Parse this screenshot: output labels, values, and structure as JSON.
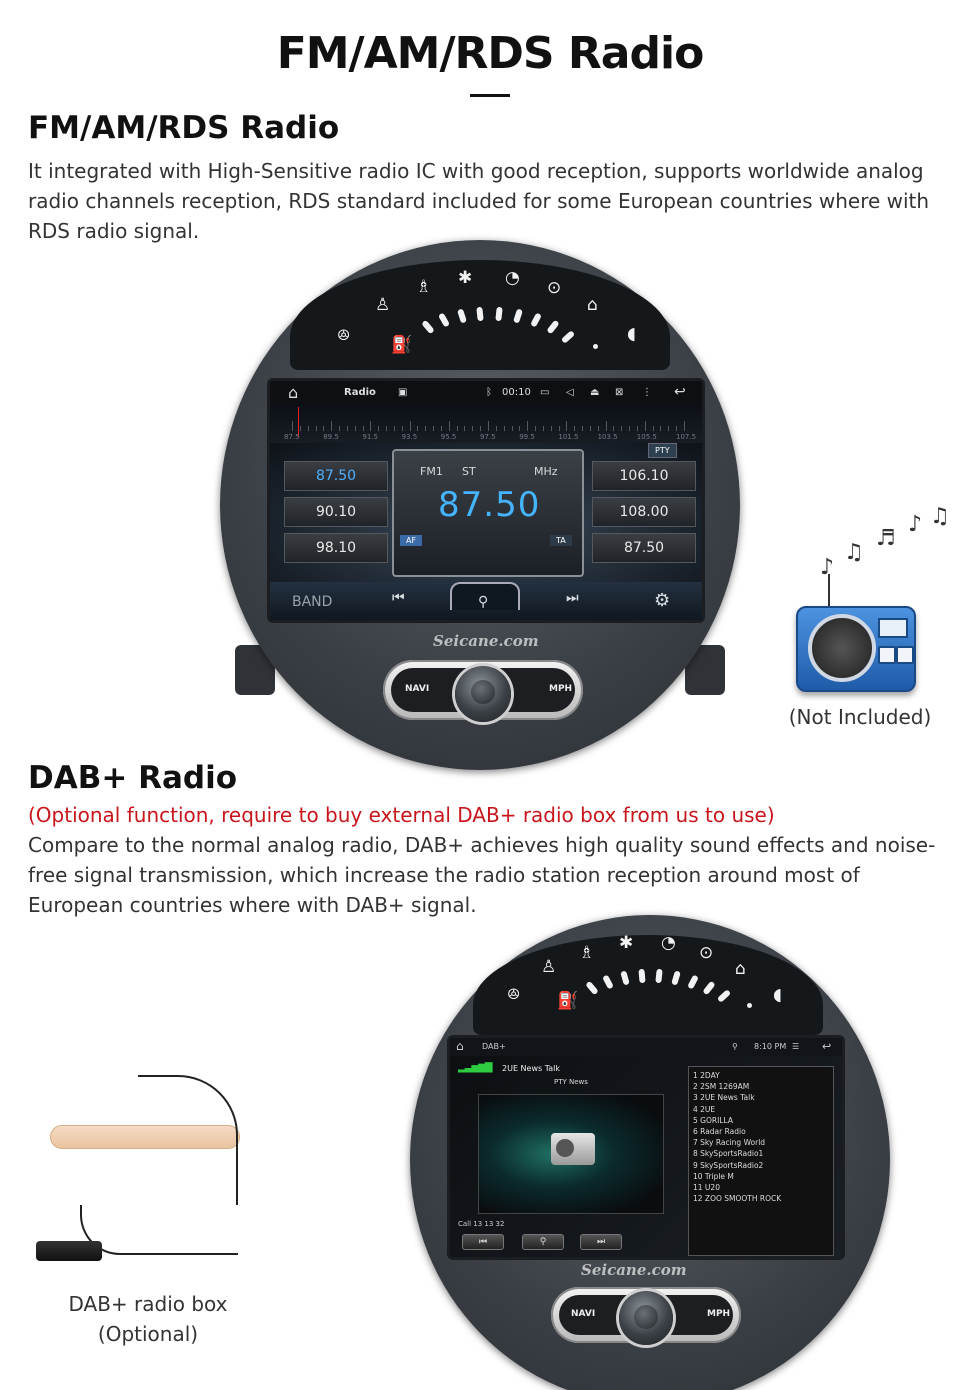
{
  "header": {
    "main_title": "FM/AM/RDS Radio"
  },
  "fm_section": {
    "title": "FM/AM/RDS Radio",
    "description": "It integrated with High-Sensitive radio IC with good reception, supports worldwide analog radio channels reception, RDS standard included for some European countries where with RDS radio signal.",
    "radio_box_caption": "(Not Included)"
  },
  "radio_screen": {
    "app_label": "Radio",
    "time": "00:10",
    "scale_labels": [
      "87.5",
      "89.5",
      "91.5",
      "93.5",
      "95.5",
      "97.5",
      "99.5",
      "101.5",
      "103.5",
      "105.5",
      "107.5"
    ],
    "pty_label": "PTY",
    "presets_left": [
      "87.50",
      "90.10",
      "98.10"
    ],
    "presets_right": [
      "106.10",
      "108.00",
      "87.50"
    ],
    "band_indicator": "FM1",
    "stereo_indicator": "ST",
    "unit": "MHz",
    "frequency": "87.50",
    "af_label": "AF",
    "ta_label": "TA",
    "band_button": "BAND",
    "watermark": "Seicane.com"
  },
  "controls": {
    "navi": "NAVI",
    "mph": "MPH"
  },
  "dab_section": {
    "title": "DAB+ Radio",
    "optional_note": "(Optional function, require to buy external DAB+ radio box from us to use)",
    "description": "Compare to the normal analog radio, DAB+ achieves high quality sound effects and noise-free signal transmission, which increase the radio station reception around most of European countries where with DAB+ signal.",
    "box_caption": "DAB+ radio box",
    "box_optional": "(Optional)"
  },
  "dab_screen": {
    "app_label": "DAB+",
    "time": "8:10 PM",
    "station": "2UE News Talk",
    "pty": "PTY News",
    "clock": "Call 13 13 32",
    "stations": [
      "1  2DAY",
      "2  2SM 1269AM",
      "3  2UE News Talk",
      "4  2UE",
      "5  GORILLA",
      "6  Radar Radio",
      "7  Sky Racing World",
      "8  SkySportsRadio1",
      "9  SkySportsRadio2",
      "10  Triple M",
      "11  U20",
      "12  ZOO SMOOTH ROCK"
    ],
    "watermark": "Seicane.com"
  },
  "icons": {
    "home": "⌂",
    "back": "↩",
    "prev": "⏮",
    "next": "⏭",
    "search": "⚲",
    "settings": "⚙",
    "menu": "⋮"
  },
  "colors": {
    "accent_red": "#c8161d",
    "frequency_blue": "#45b4ff"
  }
}
